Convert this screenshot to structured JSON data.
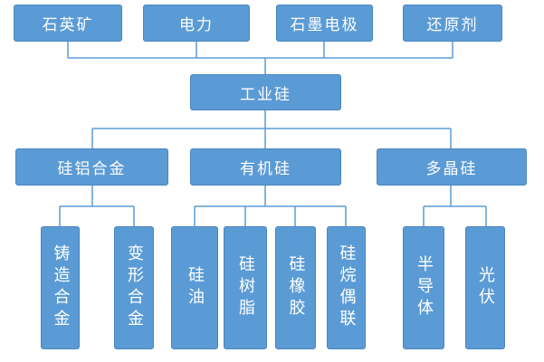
{
  "diagram": {
    "raw_materials": [
      "石英矿",
      "电力",
      "石墨电极",
      "还原剂"
    ],
    "center": "工业硅",
    "branches": [
      {
        "label": "硅铝合金",
        "children": [
          "铸造合金",
          "变形合金"
        ]
      },
      {
        "label": "有机硅",
        "children": [
          "硅油",
          "硅树脂",
          "硅橡胶",
          "硅烷偶联"
        ]
      },
      {
        "label": "多晶硅",
        "children": [
          "半导体",
          "光伏"
        ]
      }
    ],
    "colors": {
      "box_fill": "#5b9bd5",
      "box_border": "#4a86bf",
      "line": "#5b9bd5",
      "text": "#ffffff"
    }
  }
}
